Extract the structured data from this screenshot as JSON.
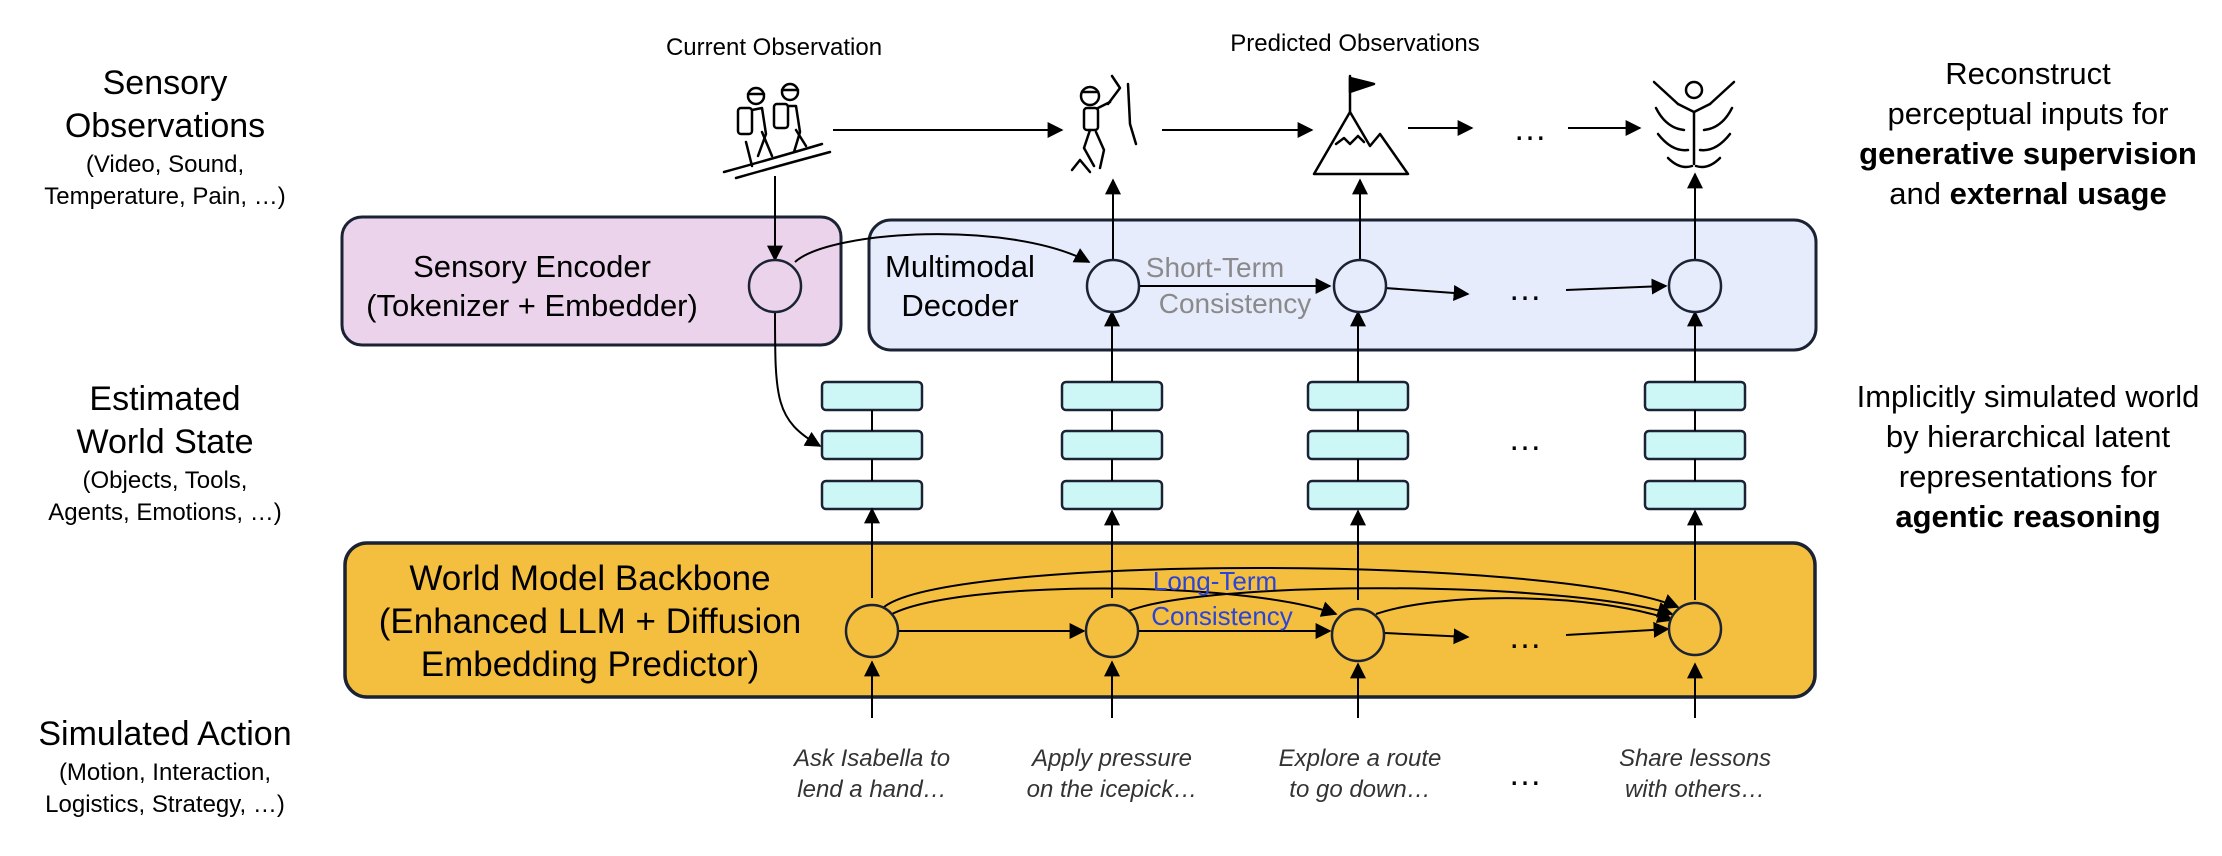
{
  "left_labels": {
    "sensory_title_1": "Sensory",
    "sensory_title_2": "Observations",
    "sensory_sub_1": "(Video, Sound,",
    "sensory_sub_2": "Temperature, Pain, …)",
    "world_title_1": "Estimated",
    "world_title_2": "World State",
    "world_sub_1": "(Objects, Tools,",
    "world_sub_2": "Agents, Emotions, …)",
    "action_title": "Simulated Action",
    "action_sub_1": "(Motion, Interaction,",
    "action_sub_2": "Logistics, Strategy, …)"
  },
  "top_labels": {
    "current": "Current Observation",
    "predicted": "Predicted Observations"
  },
  "encoder": {
    "line1": "Sensory Encoder",
    "line2": "(Tokenizer + Embedder)"
  },
  "decoder": {
    "line1": "Multimodal",
    "line2": "Decoder",
    "short_term_1": "Short-Term",
    "short_term_2": "Consistency"
  },
  "backbone": {
    "line1": "World Model Backbone",
    "line2": "(Enhanced LLM + Diffusion",
    "line3": "Embedding Predictor)",
    "long_term_1": "Long-Term",
    "long_term_2": "Consistency"
  },
  "actions": [
    {
      "line1": "Ask Isabella to",
      "line2": "lend a hand…"
    },
    {
      "line1": "Apply pressure",
      "line2": "on the icepick…"
    },
    {
      "line1": "Explore a route",
      "line2": "to go down…"
    },
    {
      "line1": "Share lessons",
      "line2": "with others…"
    }
  ],
  "ellipsis": "…",
  "right_labels": {
    "recon_1": "Reconstruct",
    "recon_2": "perceptual inputs for",
    "recon_3_bold": "generative supervision",
    "recon_4_pre": "and ",
    "recon_4_bold": "external usage",
    "impl_1": "Implicitly simulated world",
    "impl_2": "by hierarchical latent",
    "impl_3": "representations for",
    "impl_4_bold": "agentic reasoning"
  },
  "icons": [
    "hikers-icon",
    "climber-icon",
    "mountain-flag-icon",
    "celebrate-person-icon"
  ],
  "colors": {
    "encoder_fill": "#ecd3ec",
    "decoder_fill": "#e6ecfb",
    "backbone_fill": "#f4be3e",
    "token_fill": "#cdf7f7",
    "short_term_text": "#8a8a8a",
    "long_term_text": "#2b44d8"
  }
}
